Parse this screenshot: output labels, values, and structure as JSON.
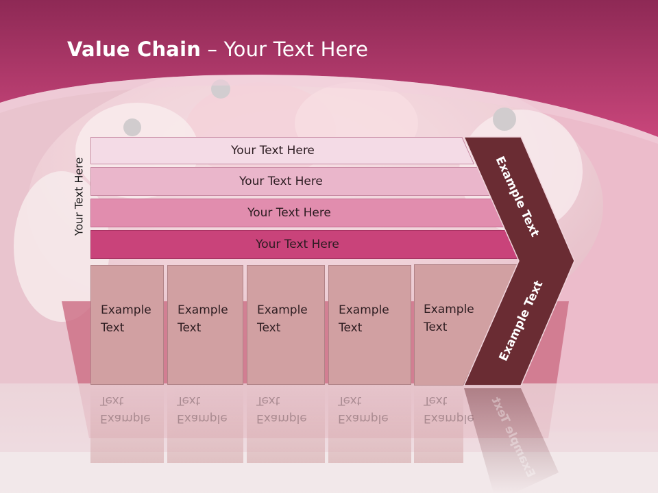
{
  "colors": {
    "header_top": "#8f2a56",
    "header_bottom": "#c8457a",
    "bar1": "#f4dbe6",
    "bar2": "#eab6cb",
    "bar3": "#e18dae",
    "bar4": "#c9437a",
    "box_fill": "#d1a0a2",
    "chevron": "#6a2c33"
  },
  "title": {
    "bold": "Value Chain",
    "rest": " – Your Text Here"
  },
  "vertical_label": "Your Text Here",
  "bars": [
    {
      "label": "Your Text Here"
    },
    {
      "label": "Your Text Here"
    },
    {
      "label": "Your Text Here"
    },
    {
      "label": "Your Text Here"
    }
  ],
  "boxes": [
    {
      "text": "Example\nText"
    },
    {
      "text": "Example\nText"
    },
    {
      "text": "Example\nText"
    },
    {
      "text": "Example\nText"
    },
    {
      "text": "Example\nText"
    }
  ],
  "chevron_labels": {
    "upper": "Example Text",
    "lower": "Example Text"
  }
}
